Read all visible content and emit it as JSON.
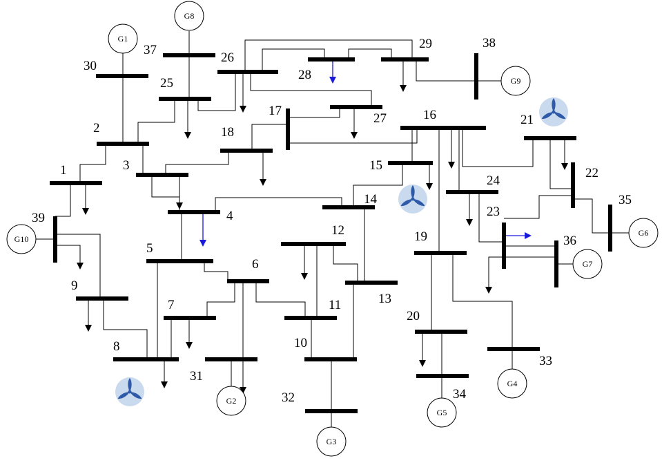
{
  "buses": [
    "1",
    "2",
    "3",
    "4",
    "5",
    "6",
    "7",
    "8",
    "9",
    "10",
    "11",
    "12",
    "13",
    "14",
    "15",
    "16",
    "17",
    "18",
    "19",
    "20",
    "21",
    "22",
    "23",
    "24",
    "25",
    "26",
    "27",
    "28",
    "29",
    "30",
    "31",
    "32",
    "33",
    "34",
    "35",
    "36",
    "37",
    "38",
    "39"
  ],
  "generators": [
    "G1",
    "G2",
    "G3",
    "G4",
    "G5",
    "G6",
    "G7",
    "G8",
    "G9",
    "G10"
  ],
  "colors": {
    "line": "#000000",
    "highlight_load": "#1a1adb",
    "wind_blade": "#2e5aa8",
    "wind_halo": "#c9d9ee"
  },
  "icons": [
    "wind-turbine-icon",
    "load-arrow-icon",
    "generator-icon"
  ]
}
